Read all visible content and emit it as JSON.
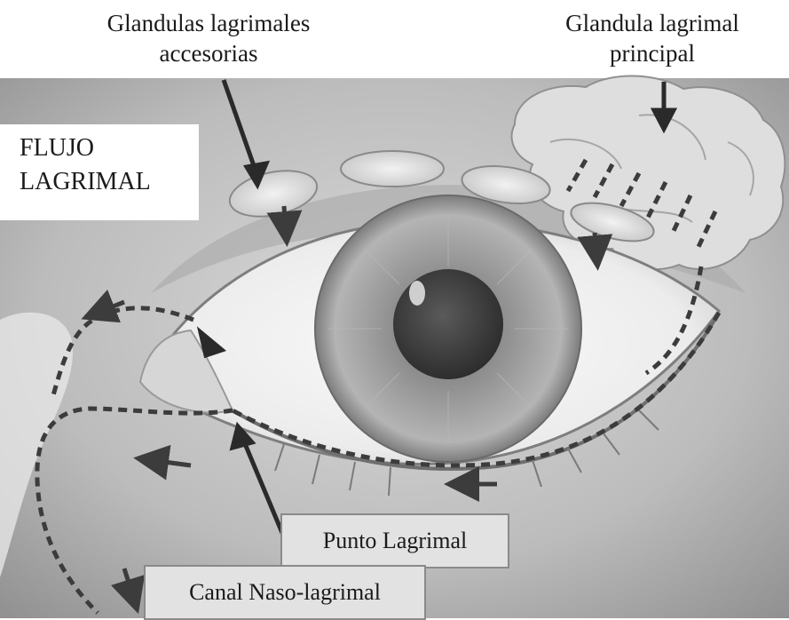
{
  "labels": {
    "accessory_glands": [
      "Glandulas lagrimales",
      "accesorias"
    ],
    "main_gland": [
      "Glandula lagrimal",
      "principal"
    ],
    "tear_flow": [
      "FLUJO",
      "LAGRIMAL"
    ],
    "punctum": "Punto Lagrimal",
    "nasolacrimal_duct": "Canal Naso-lagrimal"
  },
  "colors": {
    "background": "#ffffff",
    "skin": "#bdbdbd",
    "sclera": "#f4f4f4",
    "iris": "#8e8e8e",
    "pupil": "#3a3a3a",
    "duct_dash": "#3c3c3c",
    "label_box": "#e2e2e2"
  }
}
